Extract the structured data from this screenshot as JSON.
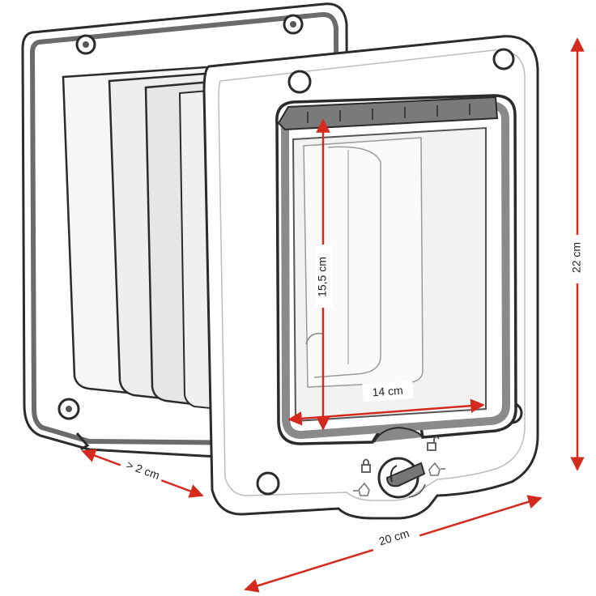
{
  "dimensions": {
    "height_total": "22 cm",
    "width_total": "20 cm",
    "depth": "> 2 cm",
    "opening_height": "15,5 cm",
    "opening_width": "14 cm"
  },
  "colors": {
    "dimension_arrow": "#d42a1e",
    "outline": "#2b2b2b",
    "frame_fill": "#ffffff",
    "panel_fill": "#eeeeee",
    "gasket": "#6b6b6b"
  },
  "icons": [
    "lock-closed-icon",
    "lock-open-icon",
    "cat-in-icon",
    "cat-out-icon",
    "rotary-lock-knob"
  ]
}
